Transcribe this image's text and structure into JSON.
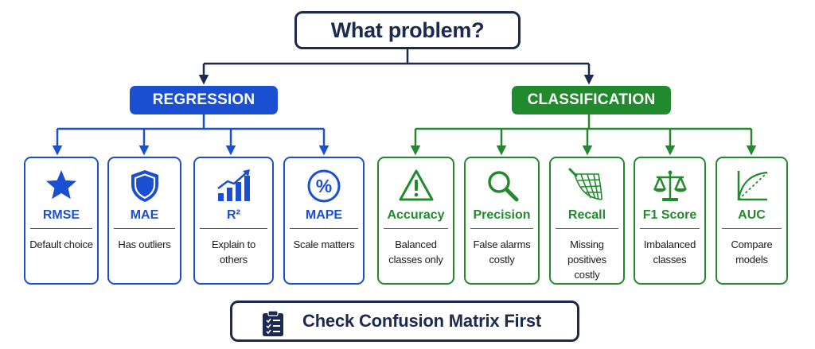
{
  "root": {
    "label": "What problem?"
  },
  "branches": {
    "regression": {
      "label": "REGRESSION",
      "color": "#1b4fd1"
    },
    "classification": {
      "label": "CLASSIFICATION",
      "color": "#218a2d"
    }
  },
  "regression_metrics": [
    {
      "title": "RMSE",
      "desc": [
        "Default choice"
      ],
      "icon": "star-icon"
    },
    {
      "title": "MAE",
      "desc": [
        "Has outliers"
      ],
      "icon": "shield-icon"
    },
    {
      "title": "R²",
      "desc": [
        "Explain to others"
      ],
      "icon": "trend-chart-icon"
    },
    {
      "title": "MAPE",
      "desc": [
        "Scale matters"
      ],
      "icon": "percent-icon"
    }
  ],
  "classification_metrics": [
    {
      "title": "Accuracy",
      "desc": [
        "Balanced",
        "classes only"
      ],
      "icon": "warning-icon"
    },
    {
      "title": "Precision",
      "desc": [
        "False alarms",
        "costly"
      ],
      "icon": "magnifier-icon"
    },
    {
      "title": "Recall",
      "desc": [
        "Missing",
        "positives",
        "costly"
      ],
      "icon": "net-icon"
    },
    {
      "title": "F1 Score",
      "desc": [
        "Imbalanced",
        "classes"
      ],
      "icon": "balance-scale-icon"
    },
    {
      "title": "AUC",
      "desc": [
        "Compare",
        "models"
      ],
      "icon": "roc-curve-icon"
    }
  ],
  "footer": {
    "label": "Check Confusion Matrix First",
    "icon": "clipboard-checklist-icon"
  },
  "colors": {
    "navy": "#1b2a4e",
    "blue": "#1b4fd1",
    "green": "#218a2d"
  }
}
